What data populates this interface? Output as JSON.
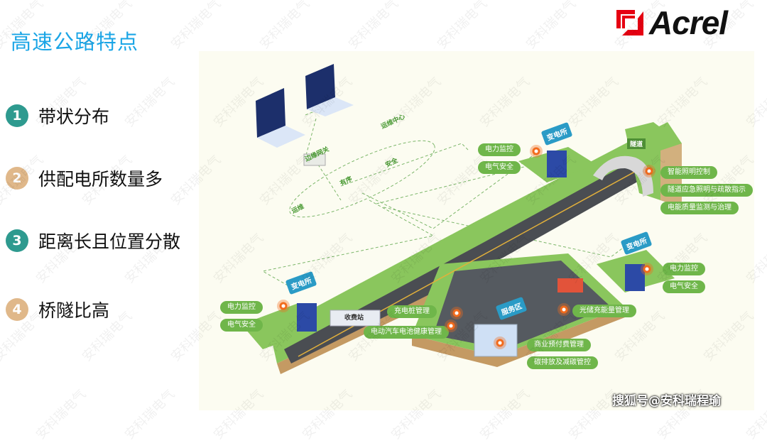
{
  "title": "高速公路特点",
  "features": [
    {
      "num": "1",
      "label": "带状分布",
      "color": "#2e9a8f"
    },
    {
      "num": "2",
      "label": "供配电所数量多",
      "color": "#e0b88a"
    },
    {
      "num": "3",
      "label": "距离长且位置分散",
      "color": "#2e9a8f"
    },
    {
      "num": "4",
      "label": "桥隧比高",
      "color": "#e0b88a"
    }
  ],
  "logo": {
    "text": "Acrel",
    "color": "#e60012"
  },
  "watermark": "安科瑞电气",
  "footer": "搜狐号@安科瑞程瑜",
  "diagram": {
    "ops_center": "运维中心",
    "gateway": "边缘网关",
    "ring": [
      "运维",
      "有序",
      "安全"
    ],
    "tunnel": "隧道",
    "toll": "收费站",
    "service_area": "服务区",
    "substation": "变电所",
    "top_sub": [
      "电力监控",
      "电气安全"
    ],
    "tunnel_items": [
      "智能照明控制",
      "隧道应急照明与疏散指示",
      "电能质量监测与治理"
    ],
    "right_sub": [
      "电力监控",
      "电气安全"
    ],
    "left_sub": [
      "电力监控",
      "电气安全"
    ],
    "charging": "充电桩管理",
    "ev_battery": "电动汽车电池健康管理",
    "pv_storage": "光储充能量管理",
    "prepaid": "商业预付费管理",
    "carbon": "碳排放及减碳管控"
  }
}
